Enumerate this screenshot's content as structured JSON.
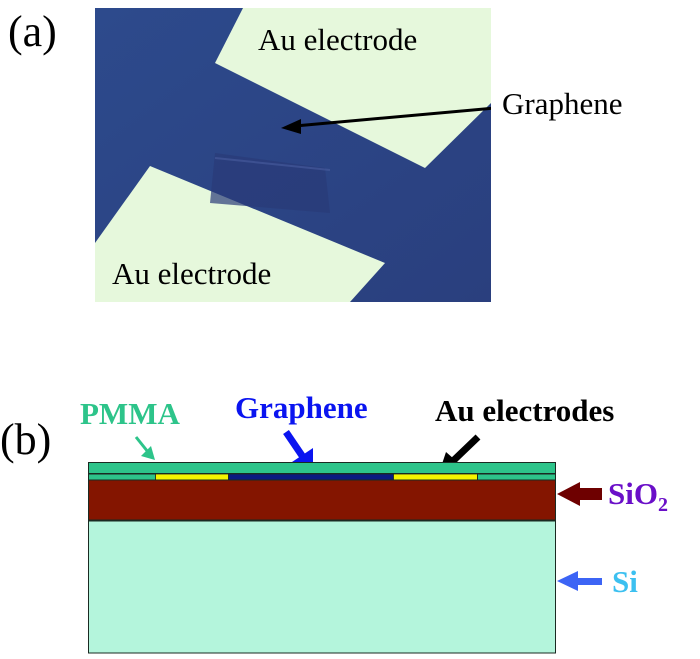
{
  "panel_a": {
    "label": "(a)",
    "labels": {
      "top_electrode": "Au electrode",
      "bottom_electrode": "Au electrode",
      "graphene": "Graphene"
    }
  },
  "panel_b": {
    "label": "(b)",
    "labels": {
      "pmma": "PMMA",
      "graphene": "Graphene",
      "au_electrodes": "Au electrodes",
      "sio2": "SiO",
      "sio2_subscript": "2",
      "si": "Si"
    },
    "colors": {
      "pmma": "#2dc48a",
      "au": "#f5f500",
      "graphene": "#0a1a80",
      "sio2": "#841500",
      "si": "#b4f5dc",
      "pmma_label": "#2dc48a",
      "graphene_label": "#0a14f0",
      "au_label": "#000000",
      "sio2_label": "#6a0fc8",
      "sio2_arrow": "#6e0000",
      "si_label": "#3cc0f0",
      "si_arrow": "#3c64f5"
    }
  }
}
